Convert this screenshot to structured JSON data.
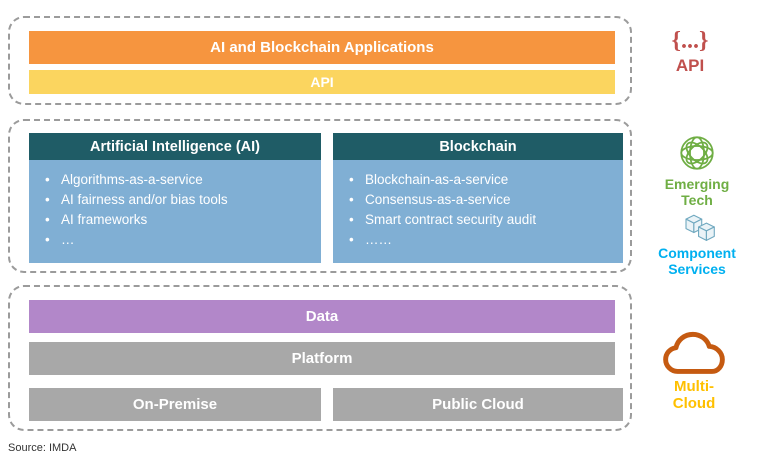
{
  "top_section": {
    "applications_label": "AI and Blockchain Applications",
    "api_bar_label": "API",
    "side": {
      "icon_text": "{...}",
      "label": "API"
    }
  },
  "middle_section": {
    "columns": [
      {
        "header": "Artificial Intelligence (AI)",
        "items": [
          "Algorithms-as-a-service",
          "AI fairness and/or bias tools",
          "AI frameworks",
          "…"
        ]
      },
      {
        "header": "Blockchain",
        "items": [
          "Blockchain-as-a-service",
          "Consensus-as-a-service",
          "Smart contract security audit",
          "……"
        ]
      }
    ],
    "side": {
      "emerging_tech_line1": "Emerging",
      "emerging_tech_line2": "Tech",
      "component_services_line1": "Component",
      "component_services_line2": "Services"
    }
  },
  "bottom_section": {
    "data_label": "Data",
    "platform_label": "Platform",
    "on_premise_label": "On-Premise",
    "public_cloud_label": "Public Cloud",
    "side": {
      "multicloud_line1": "Multi-",
      "multicloud_line2": "Cloud"
    }
  },
  "footer": {
    "source": "Source: IMDA"
  },
  "colors": {
    "applications_orange": "#F6953F",
    "api_yellow": "#FBD55F",
    "api_red": "#C0504D",
    "header_teal": "#1F5C66",
    "body_blue": "#80AFD4",
    "emerging_green": "#6FAE44",
    "services_cyan": "#00B0F0",
    "data_purple": "#B287C9",
    "infra_gray": "#A8A8A8",
    "cloud_orange": "#C55A11",
    "multicloud_gold": "#FFC000"
  }
}
